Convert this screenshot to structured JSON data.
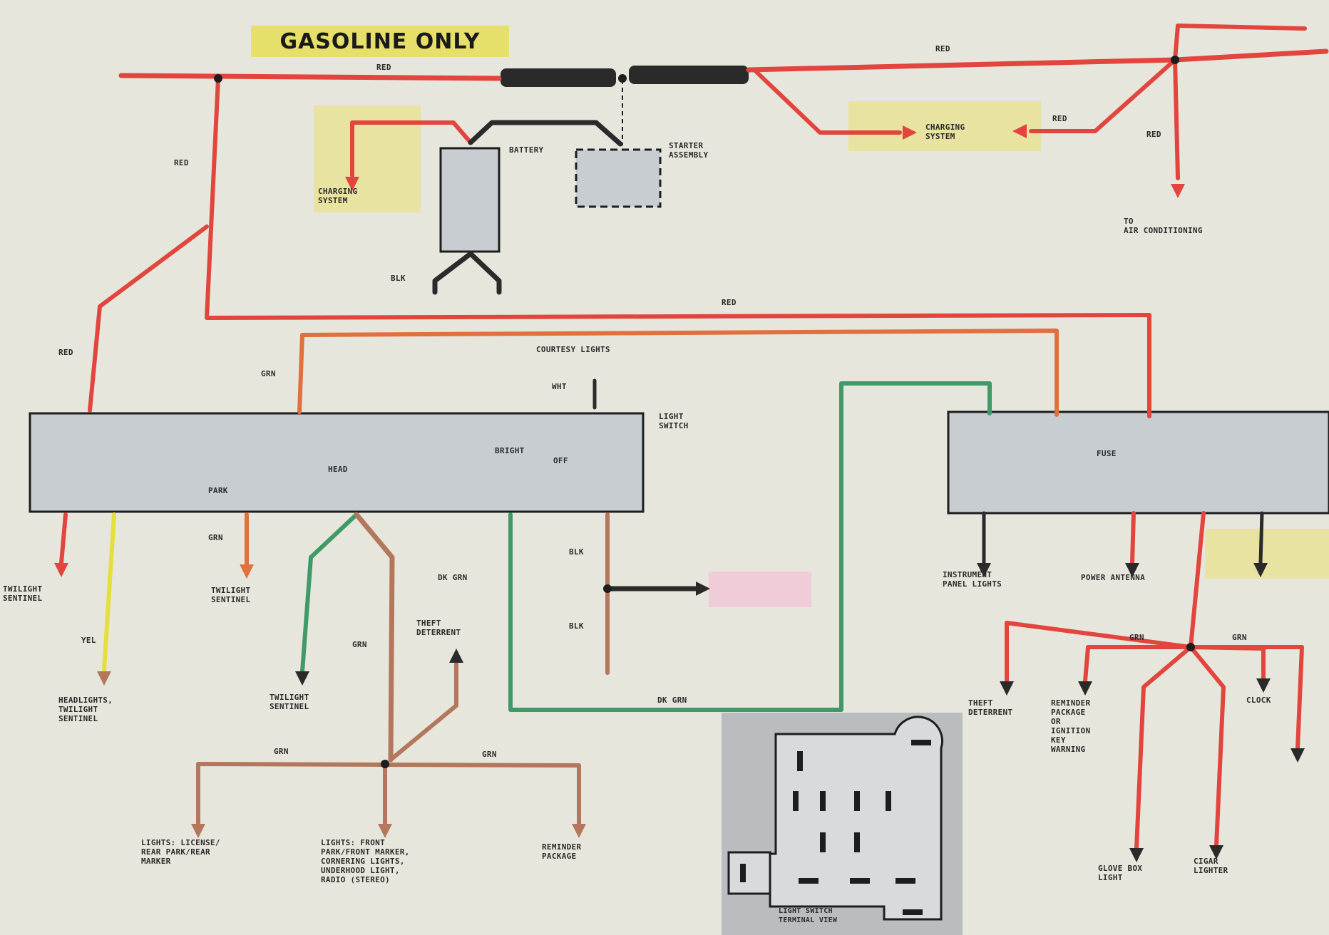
{
  "title": "GASOLINE ONLY",
  "labels": {
    "red": "RED",
    "grn": "GRN",
    "dk_grn": "DK GRN",
    "yel": "YEL",
    "blk": "BLK",
    "wht": "WHT",
    "light_switch": "LIGHT\nSWITCH",
    "battery": "BATTERY",
    "starter_assembly": "STARTER\nASSEMBLY",
    "charging_system_left": "CHARGING\nSYSTEM",
    "charging_system_right": "CHARGING\nSYSTEM",
    "courtesy_lights": "COURTESY LIGHTS",
    "theft_deterrent_left": "THEFT\nDETERRENT",
    "theft_deterrent_right": "THEFT\nDETERRENT",
    "twilight_sentinel_a": "TWILIGHT\nSENTINEL",
    "twilight_sentinel_b": "TWILIGHT\nSENTINEL",
    "twilight_sentinel_c": "TWILIGHT\nSENTINEL",
    "headlights": "HEADLIGHTS,\nTWILIGHT\nSENTINEL",
    "lights_license": "LIGHTS: LICENSE/\nREAR PARK/REAR\nMARKER",
    "lights_front": "LIGHTS: FRONT\nPARK/FRONT MARKER,\nCORNERING LIGHTS,\nUNDERHOOD LIGHT,\nRADIO (STEREO)",
    "reminder_package_bottom": "REMINDER\nPACKAGE",
    "reminder_package_right": "REMINDER\nPACKAGE\nOR\nIGNITION\nKEY\nWARNING",
    "instrument_panel_lights": "INSTRUMENT\nPANEL LIGHTS",
    "power_antenna": "POWER ANTENNA",
    "clock": "CLOCK",
    "glove_box_light": "GLOVE BOX\nLIGHT",
    "cigar_lighter": "CIGAR\nLIGHTER",
    "air_conditioning": "TO\nAIR CONDITIONING",
    "light_switch_terminal_view": "LIGHT SWITCH\nTERMINAL VIEW",
    "bright": "BRIGHT",
    "off": "OFF",
    "head": "HEAD",
    "park": "PARK",
    "fuse": "FUSE"
  },
  "colors": {
    "red_wire": "#e2453d",
    "orange_wire": "#e0703e",
    "brown_wire": "#b2775c",
    "green_wire": "#3f9a68",
    "yellow_wire": "#e3df3e",
    "black_wire": "#2a2a2a",
    "highlight_yellow": "#e8e29a",
    "highlight_pink": "#efc9d6",
    "panel_gray": "#c8cdd1"
  }
}
